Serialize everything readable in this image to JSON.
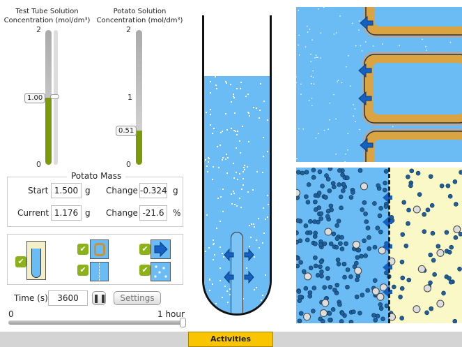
{
  "sliders": {
    "test_tube": {
      "title1": "Test Tube Solution",
      "title2": "Concentration (mol/dm³)",
      "value": "1.00",
      "max_label": "2",
      "min_label": "0",
      "fraction": 0.5
    },
    "potato": {
      "title1": "Potato Solution",
      "title2": "Concentration (mol/dm³)",
      "value": "0.51",
      "max_label": "2",
      "mid_label": "1",
      "min_label": "0",
      "fraction": 0.255
    }
  },
  "mass": {
    "title": "Potato Mass",
    "start_label": "Start",
    "start_value": "1.500",
    "start_unit": "g",
    "current_label": "Current",
    "current_value": "1.176",
    "current_unit": "g",
    "change_label": "Change",
    "change_g": "-0.324",
    "change_g_unit": "g",
    "change_pct": "-21.6",
    "change_pct_unit": "%"
  },
  "views": [
    "test-tube-view",
    "cell-view",
    "membrane-view",
    "arrow-view",
    "particle-view"
  ],
  "time": {
    "label": "Time (s)",
    "value": "3600",
    "settings": "Settings",
    "start": "0",
    "end": "1 hour",
    "fraction": 1.0
  },
  "footer": {
    "activities": "Activities"
  },
  "colors": {
    "water": "#6bbcf5",
    "green": "#7a9a0a",
    "potato": "#fbf8c8",
    "wall": "#d9a441",
    "arrow": "#1560c0",
    "tab": "#f9c400"
  }
}
